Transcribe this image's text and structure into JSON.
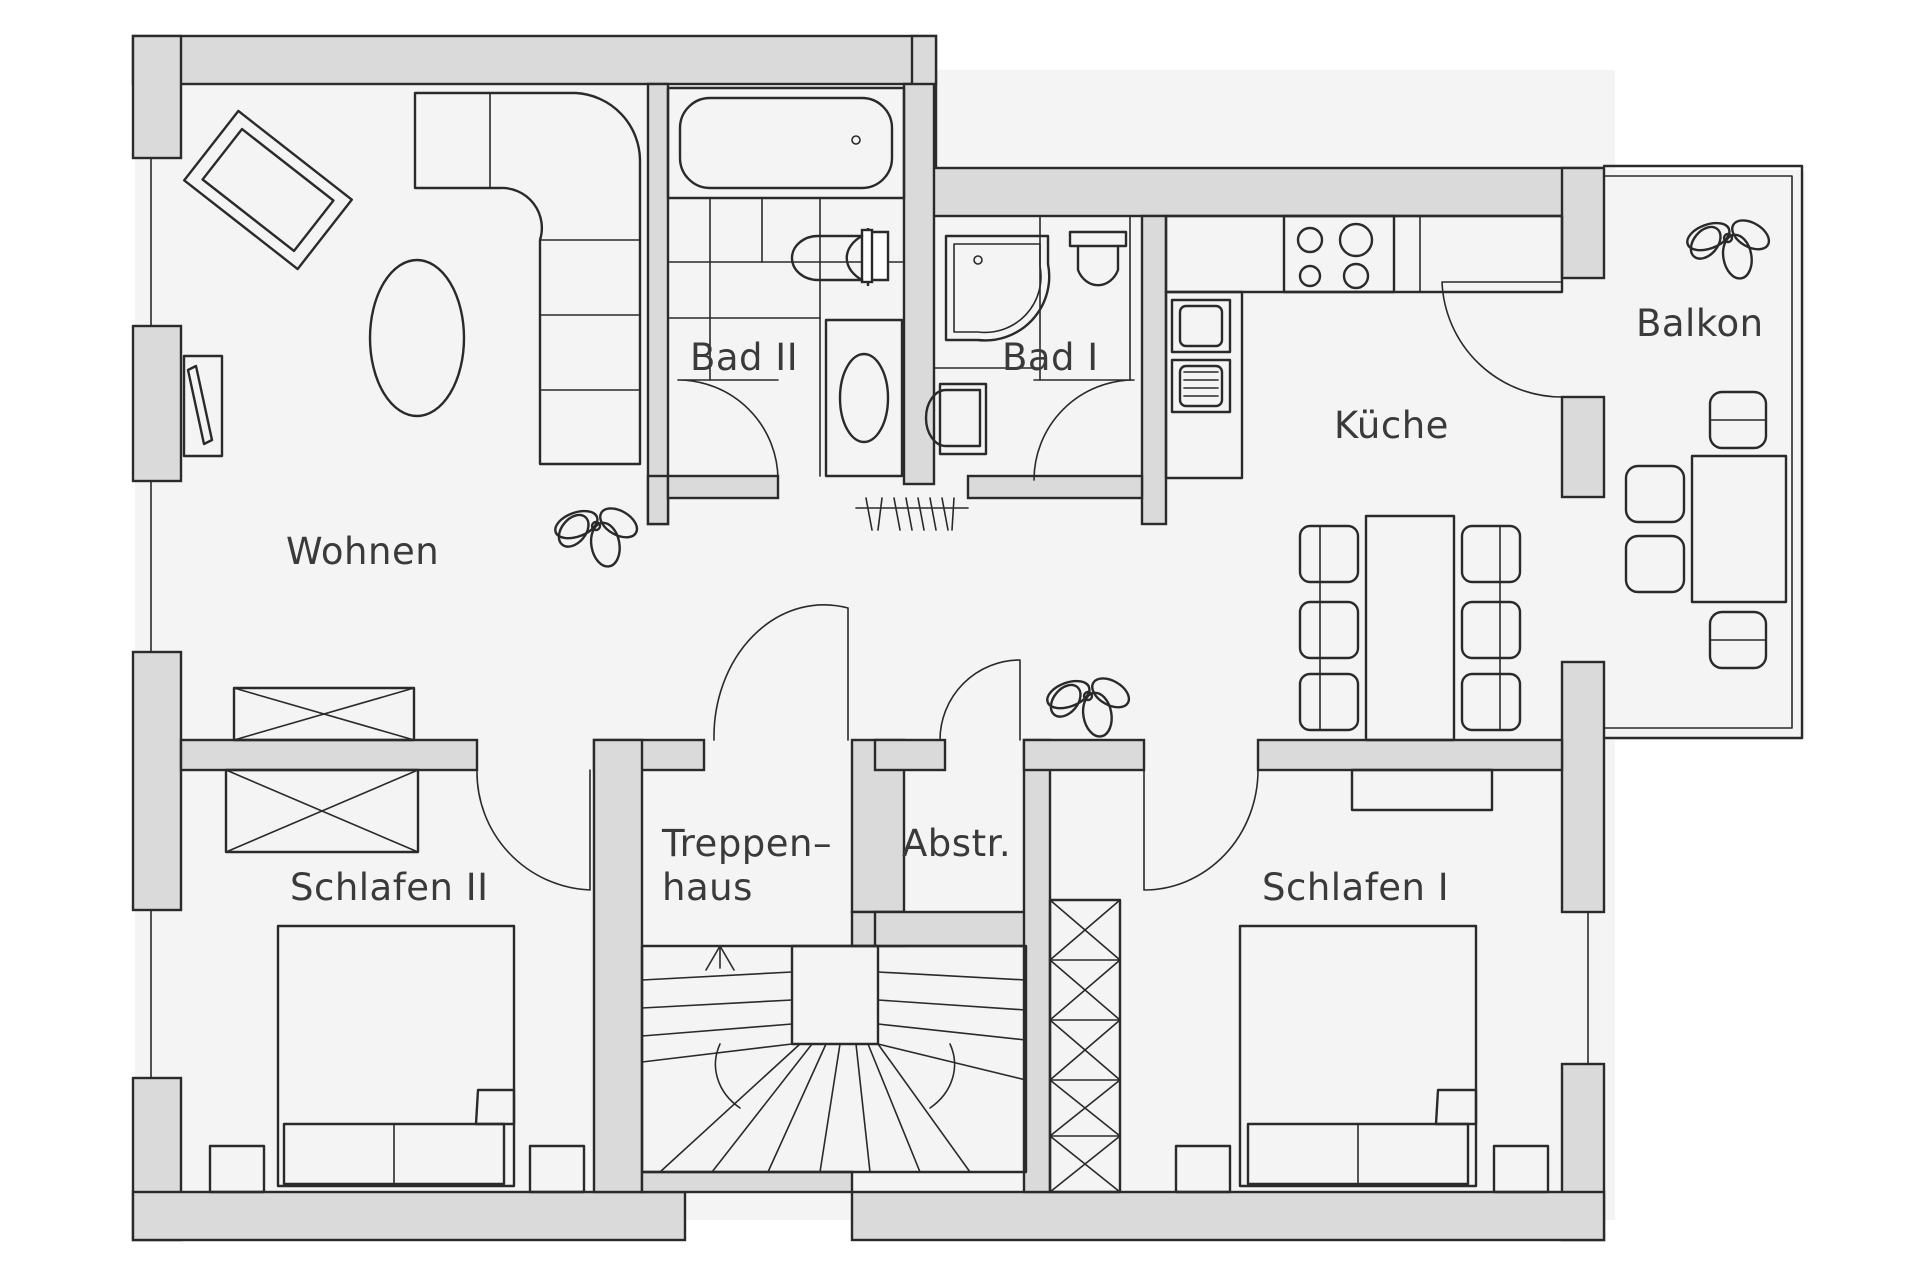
{
  "plan": {
    "rooms": {
      "wohnen": "Wohnen",
      "bad2": "Bad II",
      "bad1": "Bad I",
      "kueche": "Küche",
      "balkon": "Balkon",
      "treppenhaus_1": "Treppen–",
      "treppenhaus_2": "haus",
      "abstr": "Abstr.",
      "schlafen2": "Schlafen II",
      "schlafen1": "Schlafen I"
    },
    "colors": {
      "wall": "#dadada",
      "floor": "#f4f4f4",
      "line": "#2a2a2a",
      "label": "#3a3a3a"
    }
  }
}
